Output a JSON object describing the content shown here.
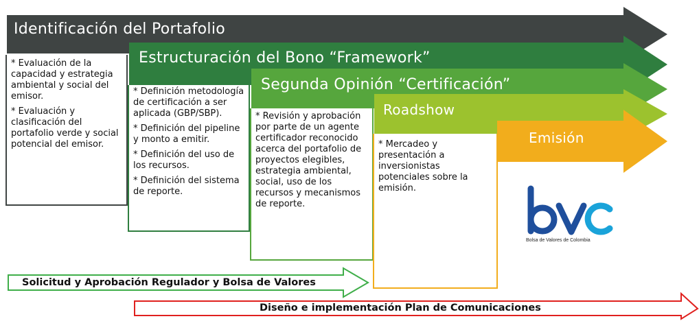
{
  "stages": [
    {
      "title": "Identificación del Portafolio",
      "color": "#3f4443",
      "items": [
        "* Evaluación de la capacidad y estrategia ambiental y social del emisor.",
        "* Evaluación y clasificación del portafolio verde y social potencial del emisor."
      ]
    },
    {
      "title": "Estructuración del Bono “Framework”",
      "color": "#2f7e3f",
      "items": [
        "* Definición metodología de certificación a ser aplicada (GBP/SBP).",
        "* Definición del pipeline y monto a emitir.",
        "* Definición del uso de los recursos.",
        "* Definición del sistema de reporte."
      ]
    },
    {
      "title": "Segunda Opinión “Certificación”",
      "color": "#56a63d",
      "items": [
        "* Revisión y aprobación por parte de un agente certificador reconocido acerca del portafolio de proyectos elegibles, estrategia ambiental, social, uso de los recursos y mecanismos de reporte."
      ]
    },
    {
      "title": "Roadshow",
      "color": "#9cc22e",
      "items": [
        "* Mercadeo y presentación a inversionistas potenciales sobre la emisión."
      ]
    },
    {
      "title": "Emisión",
      "color": "#f2ad1c",
      "items": []
    }
  ],
  "bottom_arrows": [
    {
      "label": "Solicitud y Aprobación Regulador y Bolsa de Valores",
      "color": "#3fae49"
    },
    {
      "label": "Diseño e implementación Plan de Comunicaciones",
      "color": "#e0201e"
    }
  ],
  "logo": {
    "text": "bvc",
    "caption": "Bolsa de Valores de Colombia",
    "colors": [
      "#1f4f9c",
      "#1aa3d9"
    ]
  }
}
